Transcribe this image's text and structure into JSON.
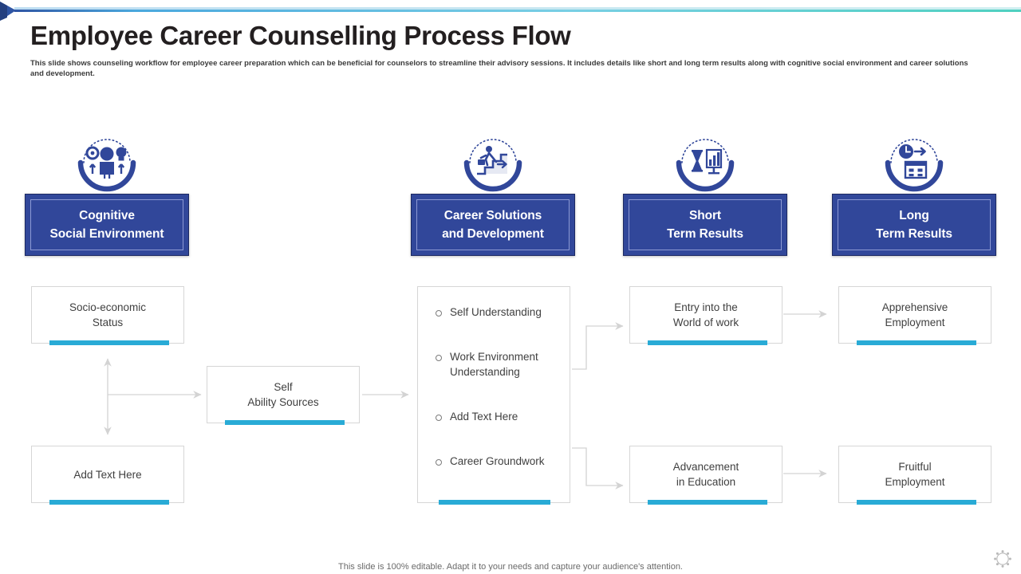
{
  "slide": {
    "title": "Employee Career Counselling Process Flow",
    "subtitle": "This slide shows counseling workflow for employee career preparation which can be beneficial for counselors to streamline their advisory sessions. It includes details like short and long term results along with cognitive social environment and career solutions and development.",
    "footer": "This slide is 100% editable. Adapt it to your needs and capture your audience's attention."
  },
  "colors": {
    "header_blue": "#31479a",
    "header_border": "#1d2a63",
    "inner_border": "#8d9ad4",
    "accent_cyan": "#29abd6",
    "icon_blue": "#31479a",
    "card_border": "#d6d6d6",
    "connector_gray": "#d3d3d3",
    "title_black": "#231f20",
    "body_gray": "#3f3f3f"
  },
  "columns": [
    {
      "icon": "cognitive-people-gear-icon",
      "header": "Cognitive\nSocial Environment"
    },
    {
      "icon": "career-stairs-climb-icon",
      "header": "Career Solutions\nand Development"
    },
    {
      "icon": "hourglass-chart-icon",
      "header": "Short\nTerm Results"
    },
    {
      "icon": "clock-calendar-icon",
      "header": "Long\nTerm Results"
    }
  ],
  "cards": {
    "socio_economic": "Socio-economic\nStatus",
    "add_text_here_left": "Add Text Here",
    "self_ability": "Self\nAbility Sources",
    "entry_world": "Entry into the\nWorld of work",
    "advancement": "Advancement\nin Education",
    "apprehensive": "Apprehensive\nEmployment",
    "fruitful": "Fruitful\nEmployment"
  },
  "list_items": [
    "Self Understanding",
    "Work Environment Understanding",
    "Add Text Here",
    "Career Groundwork"
  ]
}
